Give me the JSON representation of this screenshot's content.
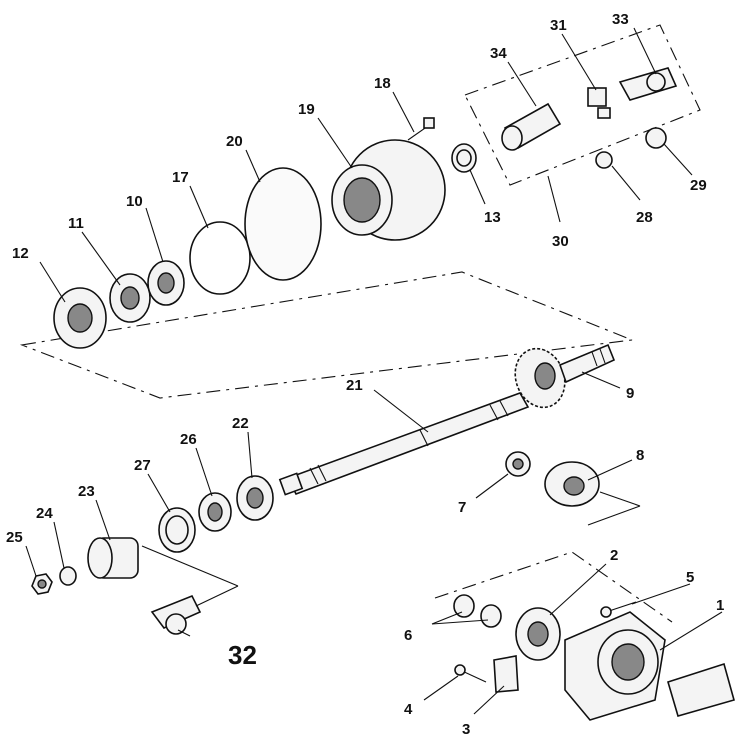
{
  "callouts": {
    "c1": "1",
    "c2": "2",
    "c3": "3",
    "c4": "4",
    "c5": "5",
    "c6": "6",
    "c7": "7",
    "c8": "8",
    "c9": "9",
    "c10": "10",
    "c11": "11",
    "c12": "12",
    "c13": "13",
    "c17": "17",
    "c18": "18",
    "c19": "19",
    "c20": "20",
    "c21": "21",
    "c22": "22",
    "c23": "23",
    "c24": "24",
    "c25": "25",
    "c26": "26",
    "c27": "27",
    "c28": "28",
    "c29": "29",
    "c30": "30",
    "c31": "31",
    "c32": "32",
    "c33": "33",
    "c34": "34"
  },
  "colors": {
    "ink": "#111111",
    "background": "#ffffff",
    "shade": "#888888"
  }
}
